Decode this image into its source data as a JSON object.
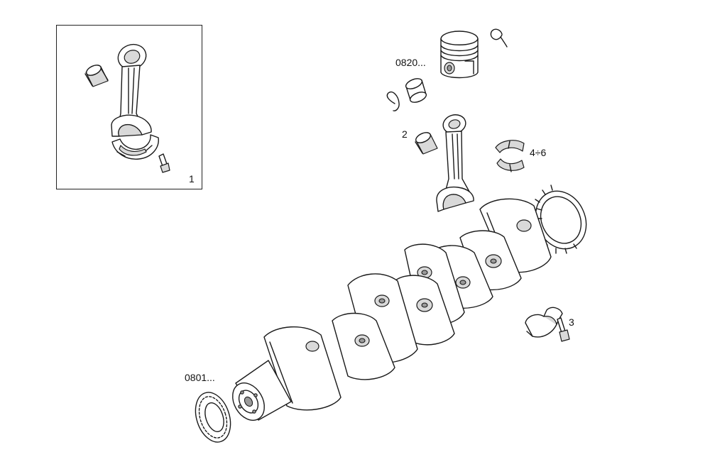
{
  "callouts": {
    "inset_assembly": "1",
    "bushing": "2",
    "bearing_cap_bolt": "3",
    "bearing_shells": "4÷6",
    "piston_group": "0820...",
    "crankshaft_group": "0801..."
  },
  "colors": {
    "line": "#1a1a1a",
    "shade": "#d9d9d9",
    "dark": "#9a9a9a",
    "background": "#ffffff"
  }
}
